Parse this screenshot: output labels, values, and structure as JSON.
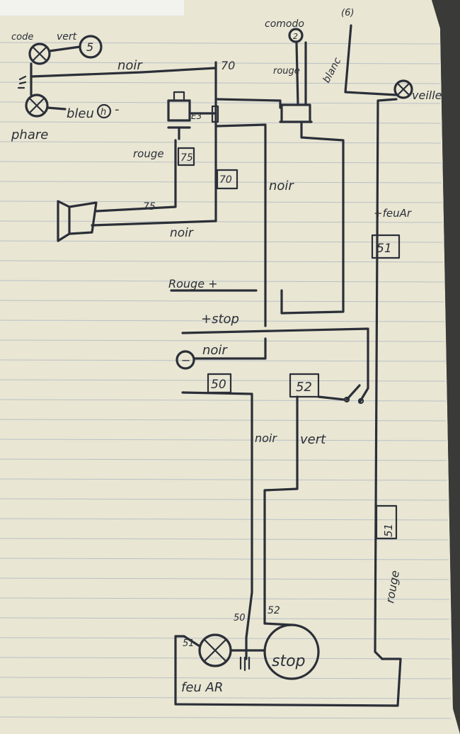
{
  "labels": {
    "code": "code",
    "vert_top": "vert",
    "bulb_num_5": "5",
    "phare": "phare",
    "bleu": "bleu",
    "bleu_num": "h",
    "minus_mark": "-",
    "noir_top": "noir",
    "num_70_top": "70",
    "comodo": "comodo",
    "comodo_num": "2",
    "num_6": "(6)",
    "rouge_top": "rouge",
    "blanc": "blanc",
    "veille": "veille",
    "num_e3": "E3",
    "rouge_75": "rouge",
    "box_75": "75",
    "box_70": "70",
    "noir_mid": "noir",
    "num_75_horn": "75",
    "noir_horn": "noir",
    "plus_feuar": "+feuAr",
    "box_51_top": "51",
    "rouge_plus": "Rouge +",
    "plus_stop": "+stop",
    "minus_circle": "−",
    "noir_minus": "noir",
    "box_50": "50",
    "box_52": "52",
    "noir_lower": "noir",
    "vert_lower": "vert",
    "box_51_bottom": "51",
    "rouge_side": "rouge",
    "num_50_bottom": "50",
    "num_52_bottom": "52",
    "num_51_bottom": "51",
    "stop": "stop",
    "feu_ar": "feu AR"
  }
}
